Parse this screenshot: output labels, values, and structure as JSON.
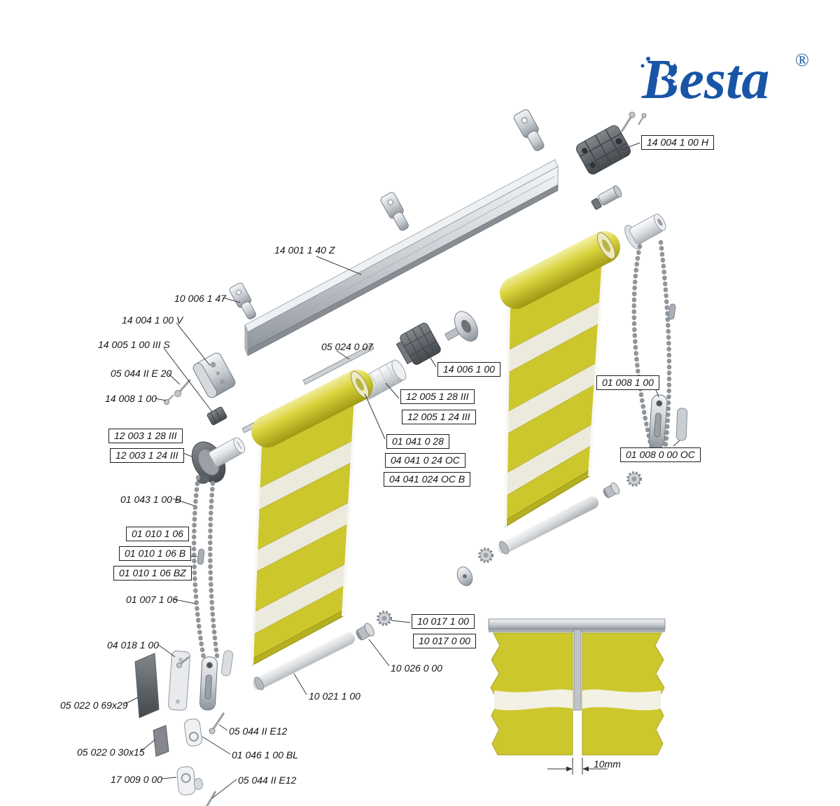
{
  "logo": {
    "brand": "Besta",
    "registered": "®"
  },
  "inset": {
    "dimension_label": "10mm"
  },
  "colors": {
    "brand_blue": "#1955a6",
    "fabric_yellow": "#cdc72e",
    "fabric_sheer": "#eceadc",
    "metal_grey": "#c6cbd0",
    "dark_grey": "#5b6065"
  },
  "labels": [
    {
      "text": "14 004 1 00 H",
      "boxed": true
    },
    {
      "text": "14 001 1 40 Z",
      "boxed": false
    },
    {
      "text": "10 006 1 47",
      "boxed": false
    },
    {
      "text": "14 004 1 00 V",
      "boxed": false
    },
    {
      "text": "14 005 1 00 III S",
      "boxed": false
    },
    {
      "text": "05 044 II E 20",
      "boxed": false
    },
    {
      "text": "14 008 1 00",
      "boxed": false
    },
    {
      "text": "05 024 0 07",
      "boxed": false
    },
    {
      "text": "14 006 1 00",
      "boxed": true
    },
    {
      "text": "12 005 1 28 III",
      "boxed": true
    },
    {
      "text": "12 005 1 24 III",
      "boxed": true
    },
    {
      "text": "01 041 0 28",
      "boxed": true
    },
    {
      "text": "04 041 0 24 OC",
      "boxed": true
    },
    {
      "text": "04 041 024 OC B",
      "boxed": true
    },
    {
      "text": "12 003 1 28 III",
      "boxed": true
    },
    {
      "text": "12 003 1 24 III",
      "boxed": true
    },
    {
      "text": "01 043 1 00 B",
      "boxed": false
    },
    {
      "text": "01 010 1 06",
      "boxed": true
    },
    {
      "text": "01 010 1 06 B",
      "boxed": true
    },
    {
      "text": "01 010 1 06 BZ",
      "boxed": true
    },
    {
      "text": "01 007 1 06",
      "boxed": false
    },
    {
      "text": "04 018 1 00",
      "boxed": false
    },
    {
      "text": "05 022 0 69x29",
      "boxed": false
    },
    {
      "text": "05 022 0 30x15",
      "boxed": false
    },
    {
      "text": "17 009 0 00",
      "boxed": false
    },
    {
      "text": "05 044 II E12",
      "boxed": false
    },
    {
      "text": "01 046 1 00 BL",
      "boxed": false
    },
    {
      "text": "05 044 II E12",
      "boxed": false
    },
    {
      "text": "10 021 1 00",
      "boxed": false
    },
    {
      "text": "10 026 0 00",
      "boxed": false
    },
    {
      "text": "10 017 1 00",
      "boxed": true
    },
    {
      "text": "10 017 0 00",
      "boxed": true
    },
    {
      "text": "01 008 1 00",
      "boxed": true
    },
    {
      "text": "01 008 0 00 OC",
      "boxed": true
    }
  ]
}
